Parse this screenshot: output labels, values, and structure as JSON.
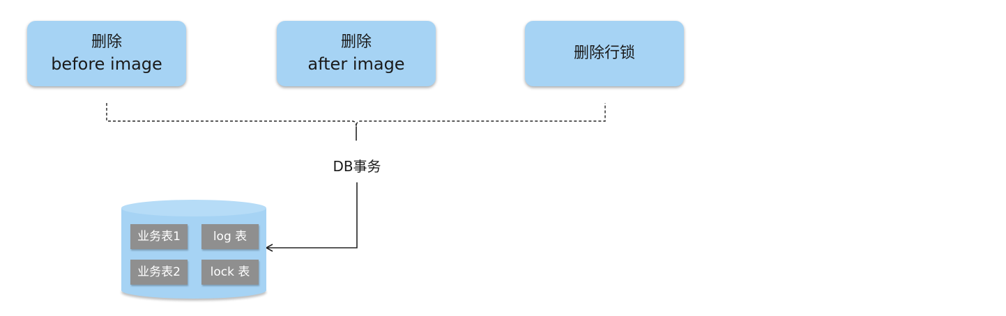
{
  "steps": [
    {
      "line1": "删除",
      "line2": "before image"
    },
    {
      "line1": "删除",
      "line2": "after image"
    },
    {
      "line1": "删除行锁"
    }
  ],
  "transaction_label": "DB事务",
  "database": {
    "tables": [
      "业务表1",
      "log 表",
      "业务表2",
      "lock 表"
    ]
  },
  "colors": {
    "box_fill": "#a6d3f4",
    "chip_fill": "#8f8f8f",
    "line": "#222222"
  }
}
